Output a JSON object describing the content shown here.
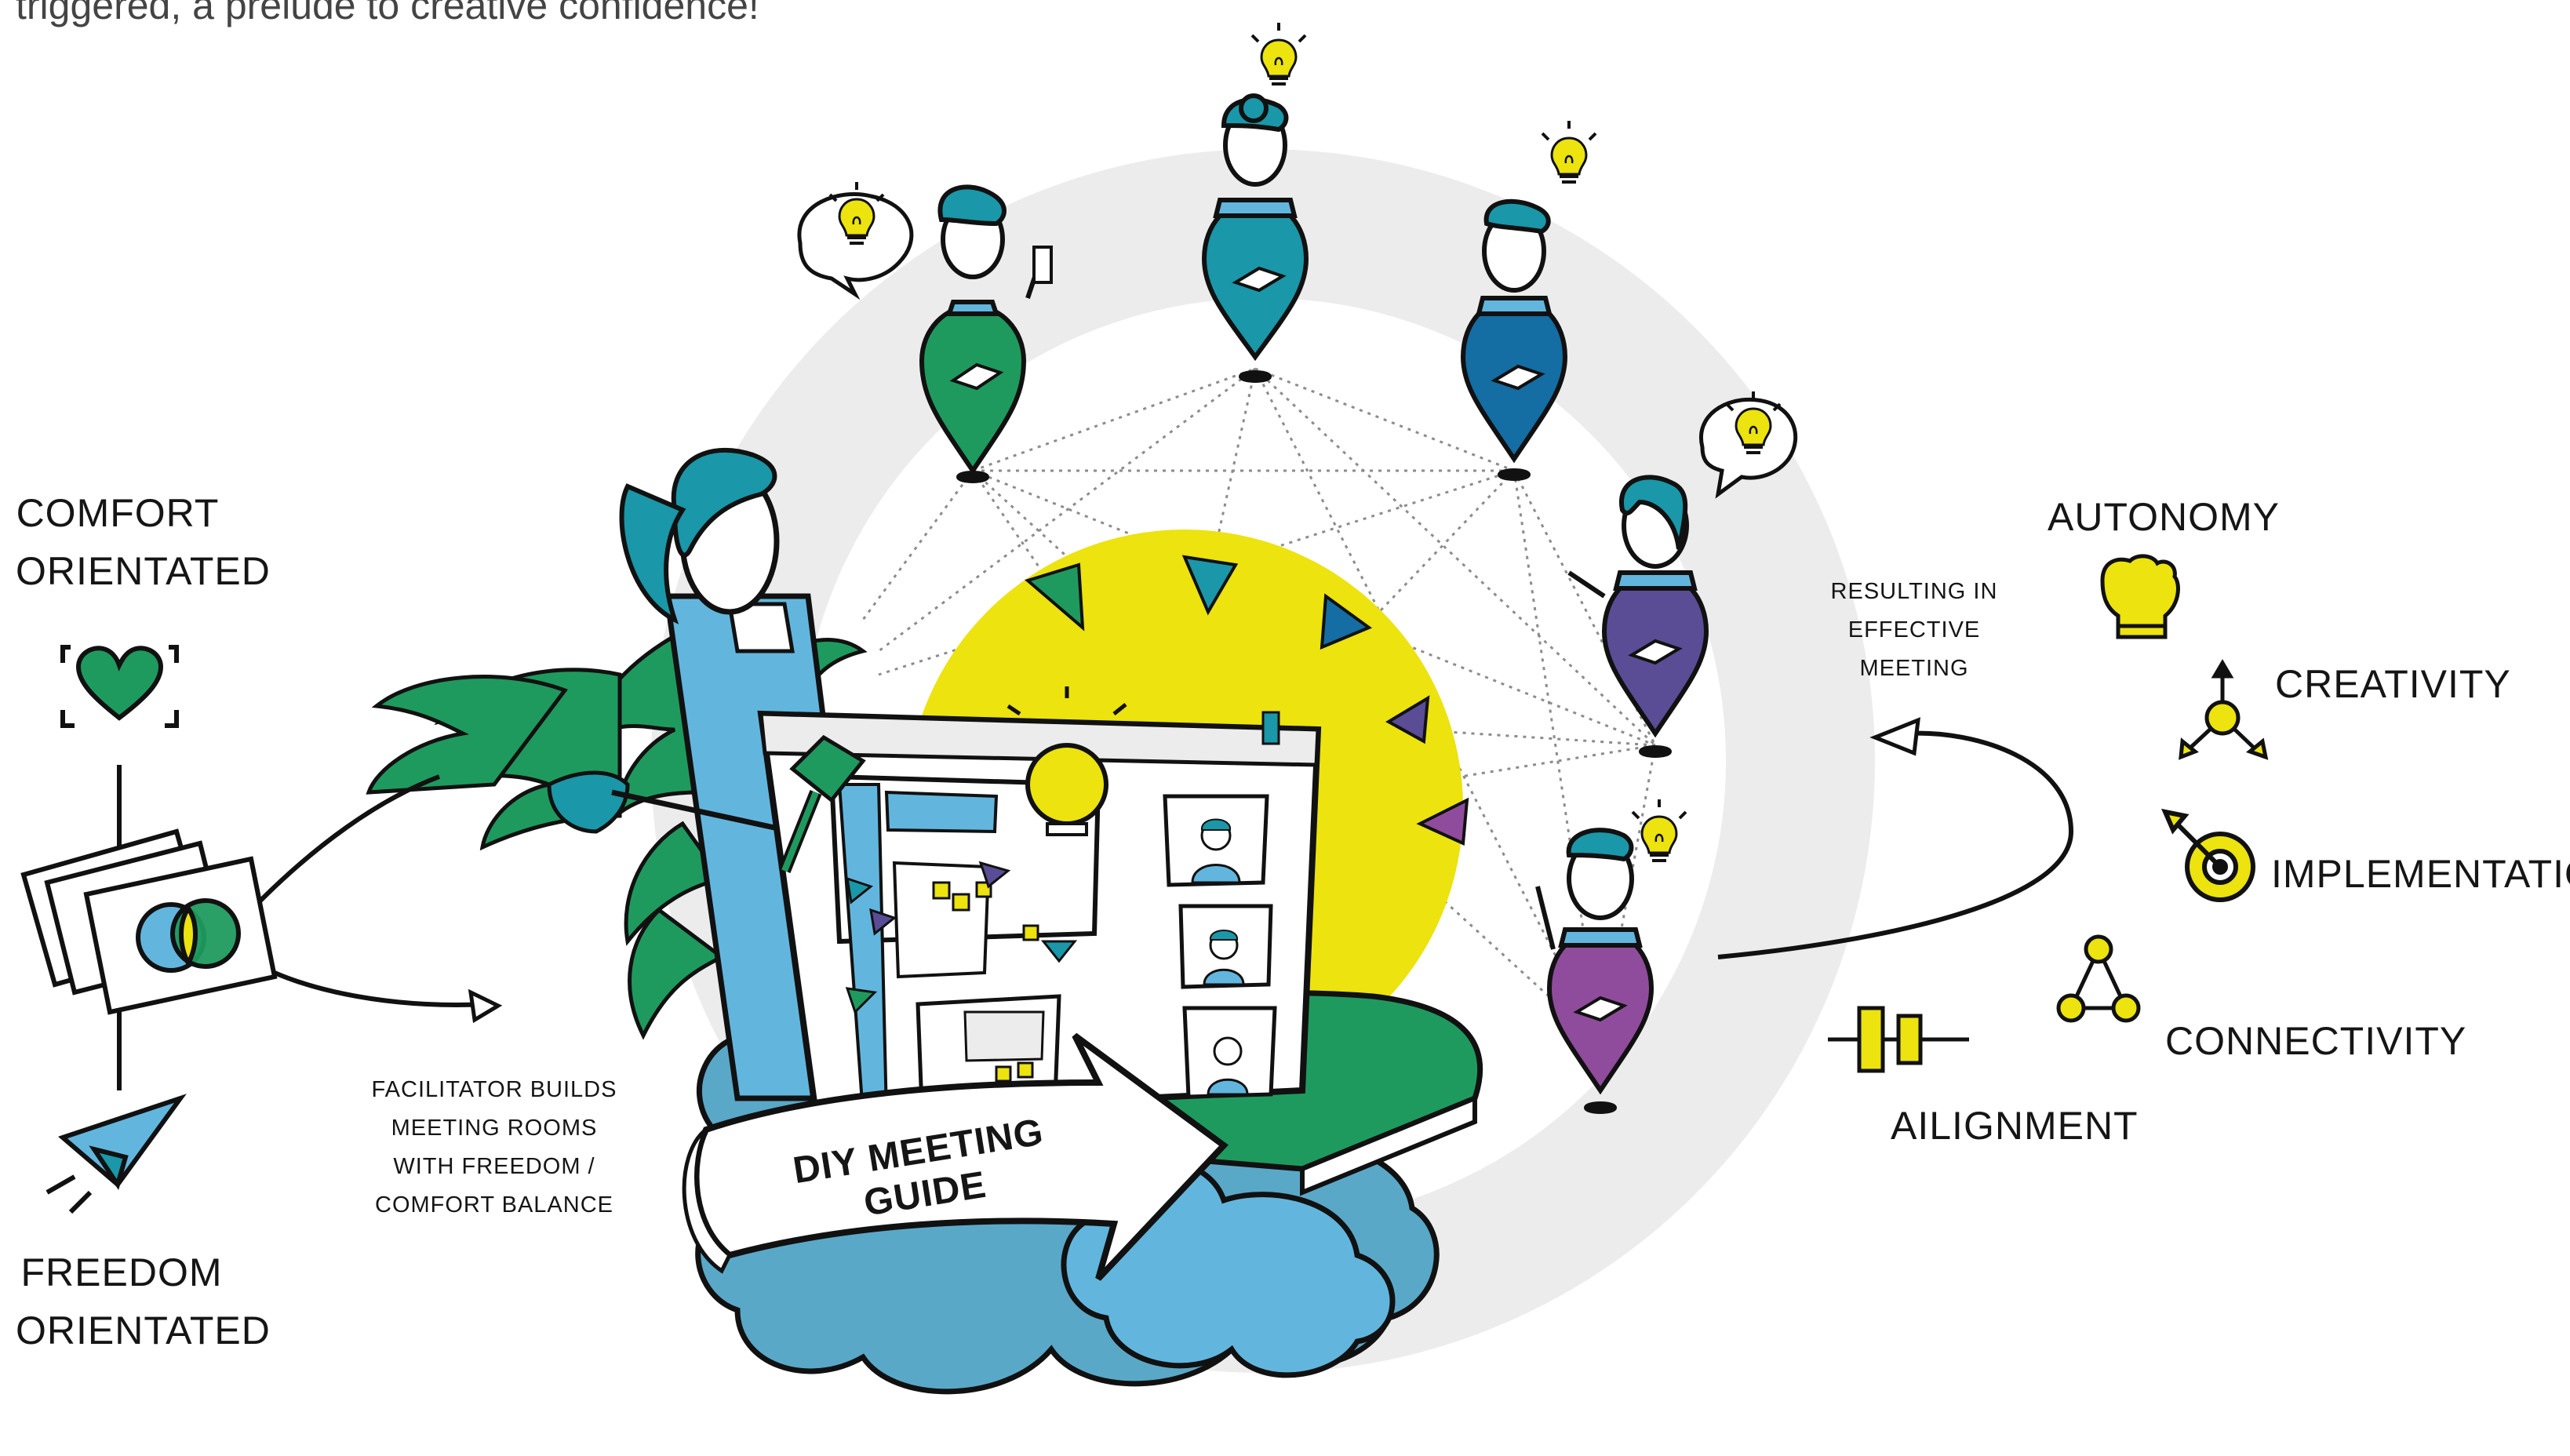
{
  "intro_text": "triggered, a prelude to creative confidence!",
  "left": {
    "comfort_label": "COMFORT ORIENTATED",
    "freedom_label": "FREEDOM ORIENTATED",
    "facilitator_note": "FACILITATOR BUILDS MEETING ROOMS WITH FREEDOM / COMFORT BALANCE"
  },
  "center": {
    "guide_banner": "DIY MEETING GUIDE"
  },
  "right": {
    "result_note": "RESULTING IN EFFECTIVE MEETING",
    "outcomes": {
      "autonomy": "AUTONOMY",
      "creativity": "CREATIVITY",
      "implementation": "IMPLEMENTATION",
      "connectivity": "CONNECTIVITY",
      "alignment": "AILIGNMENT"
    }
  },
  "colors": {
    "teal": "#1a97a8",
    "green": "#1f9a5e",
    "blue": "#146da3",
    "indigo": "#5a4c95",
    "purple": "#8f4c9c",
    "yellow": "#ece30f",
    "sky": "#62b6de",
    "ring": "#ececec"
  }
}
